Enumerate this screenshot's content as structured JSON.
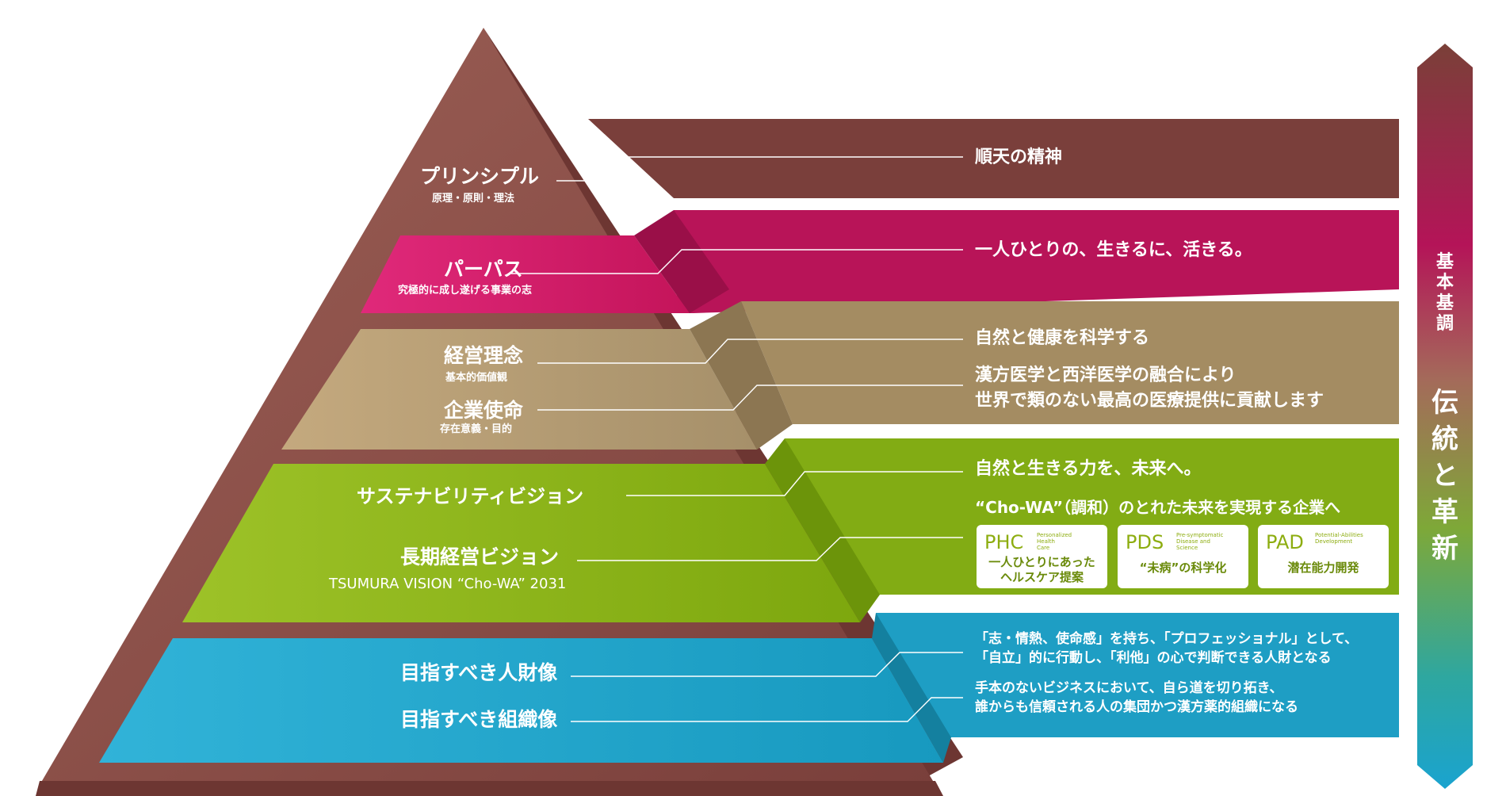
{
  "colors": {
    "brown": "#7a3f3b",
    "magenta": "#c4145a",
    "tan": "#a89266",
    "green": "#8ab021",
    "blue": "#1da1c4"
  },
  "tiers": [
    {
      "key": "principle",
      "title": "プリンシプル",
      "subtitle": "原理・原則・理法",
      "statement": "順天の精神"
    },
    {
      "key": "purpose",
      "title": "パーパス",
      "subtitle": "究極的に成し遂げる事業の志",
      "statement": "一人ひとりの、生きるに、活きる。"
    },
    {
      "key": "philosophy",
      "title1": "経営理念",
      "subtitle1": "基本的価値観",
      "statement1": "自然と健康を科学する",
      "title2": "企業使命",
      "subtitle2": "存在意義・目的",
      "statement2_line1": "漢方医学と西洋医学の融合により",
      "statement2_line2": "世界で類のない最高の医療提供に貢献します"
    },
    {
      "key": "vision",
      "title1": "サステナビリティビジョン",
      "statement1": "自然と生きる力を、未来へ。",
      "title2": "長期経営ビジョン",
      "subtitle2": "TSUMURA VISION “Cho-WA” 2031",
      "statement2": "“Cho-WA”（調和）のとれた未来を実現する企業へ",
      "cards": [
        {
          "code": "PHC",
          "tag": "Personalized\nHealth\nCare",
          "desc_line1": "一人ひとりにあった",
          "desc_line2": "ヘルスケア提案"
        },
        {
          "code": "PDS",
          "tag": "Pre-symptomatic\nDisease and\nScience",
          "desc_line1": "“未病”の科学化",
          "desc_line2": ""
        },
        {
          "code": "PAD",
          "tag": "Potential-Abilities\nDevelopment",
          "desc_line1": "潜在能力開発",
          "desc_line2": ""
        }
      ]
    },
    {
      "key": "people",
      "title1": "目指すべき人財像",
      "statement1_line1": "「志・情熱、使命感」を持ち、「プロフェッショナル」として、",
      "statement1_line2": "「自立」的に行動し、「利他」の心で判断できる人財となる",
      "title2": "目指すべき組織像",
      "statement2_line1": "手本のないビジネスにおいて、自ら道を切り拓き、",
      "statement2_line2": "誰からも信頼される人の集団かつ漢方薬的組織になる"
    }
  ],
  "side_bar": {
    "small_text": [
      "基",
      "本",
      "基",
      "調"
    ],
    "large_text": [
      "伝",
      "統",
      "と",
      "革",
      "新"
    ]
  }
}
